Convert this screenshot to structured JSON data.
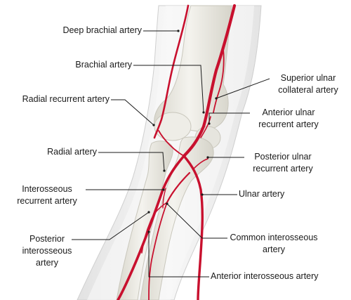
{
  "labels": {
    "deep_brachial": [
      "Deep brachial artery"
    ],
    "brachial": [
      "Brachial artery"
    ],
    "radial_recurrent": [
      "Radial recurrent artery"
    ],
    "radial": [
      "Radial artery"
    ],
    "interosseous_recurrent": [
      "Interosseous",
      "recurrent artery"
    ],
    "posterior_interosseous": [
      "Posterior",
      "interosseous",
      "artery"
    ],
    "superior_ulnar_collateral": [
      "Superior ulnar",
      "collateral artery"
    ],
    "anterior_ulnar_recurrent": [
      "Anterior ulnar",
      "recurrent artery"
    ],
    "posterior_ulnar_recurrent": [
      "Posterior ulnar",
      "recurrent artery"
    ],
    "ulnar": [
      "Ulnar artery"
    ],
    "common_interosseous": [
      "Common interosseous",
      "artery"
    ],
    "anterior_interosseous": [
      "Anterior interosseous artery"
    ]
  },
  "colors": {
    "artery": "#c8102e",
    "artery_dark": "#9e0b22",
    "bone": "#ecebe4",
    "bone_edge": "#c9c7bc",
    "skin": "#f0f0f0",
    "leader": "#1a1a1a"
  }
}
